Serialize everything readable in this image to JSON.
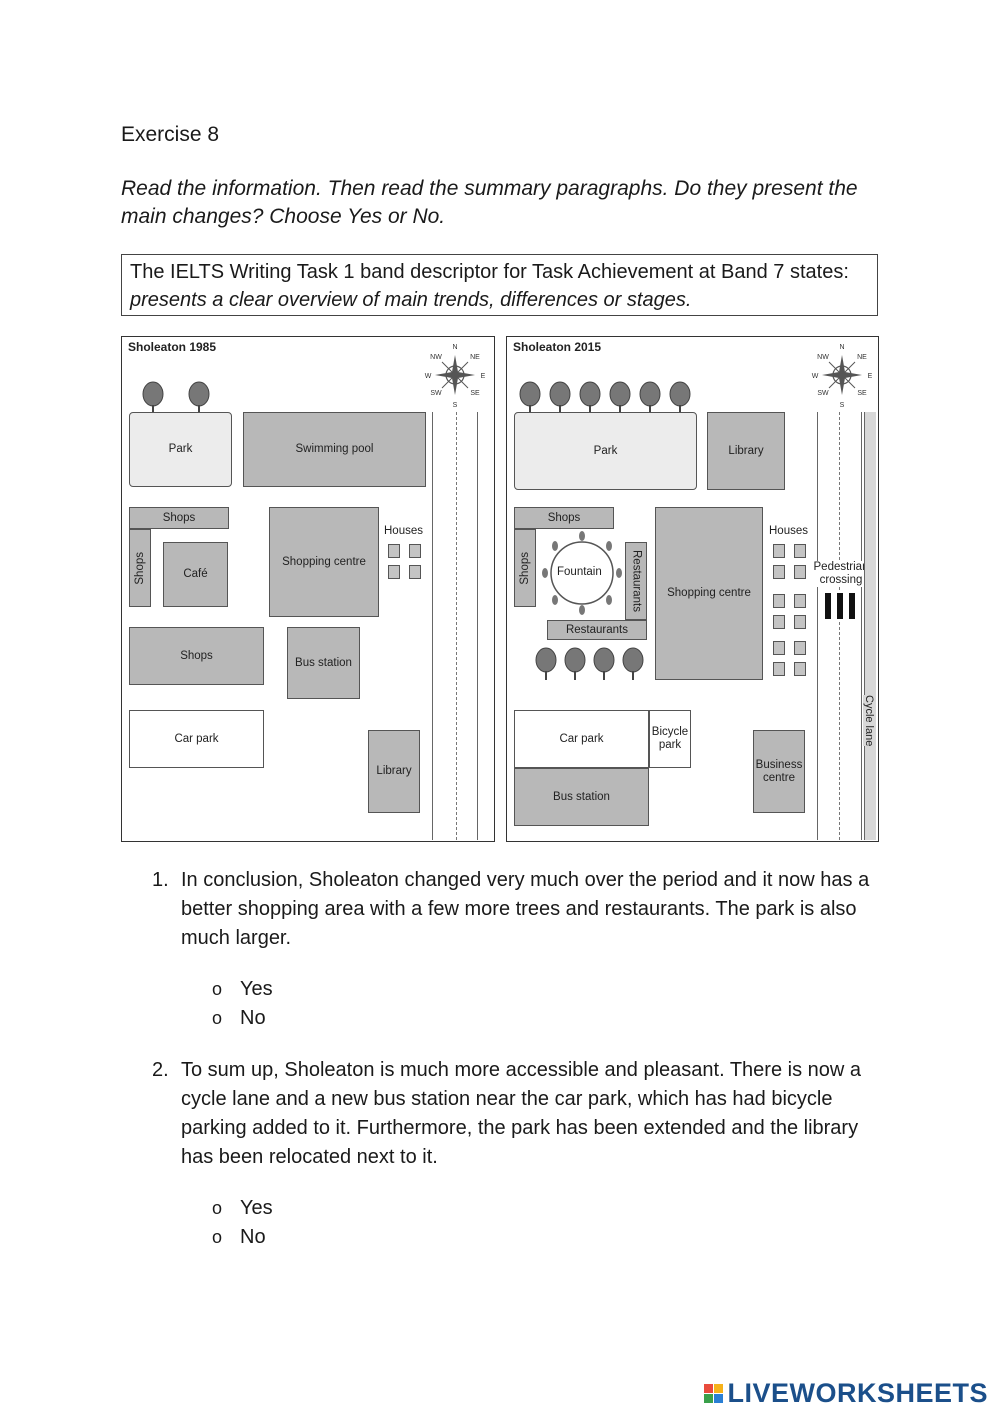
{
  "exercise_title": "Exercise 8",
  "instructions": "Read the information. Then read the summary paragraphs. Do they present the main changes? Choose Yes or No.",
  "descriptor": {
    "text_plain": "The IELTS Writing Task 1 band descriptor for Task Achievement at Band 7 states: ",
    "text_italic": "presents a clear overview of main trends, differences or stages."
  },
  "maps": {
    "map1985": {
      "title": "Sholeaton 1985",
      "compass": {
        "n": "N",
        "ne": "NE",
        "e": "E",
        "se": "SE",
        "s": "S",
        "sw": "SW",
        "w": "W",
        "nw": "NW"
      },
      "park": "Park",
      "swimming_pool": "Swimming pool",
      "shops_top": "Shops",
      "shops_side": "Shops",
      "cafe": "Café",
      "shopping_centre": "Shopping centre",
      "houses": "Houses",
      "shops_lower": "Shops",
      "bus_station": "Bus station",
      "car_park": "Car park",
      "library": "Library"
    },
    "map2015": {
      "title": "Sholeaton 2015",
      "compass": {
        "n": "N",
        "ne": "NE",
        "e": "E",
        "se": "SE",
        "s": "S",
        "sw": "SW",
        "w": "W",
        "nw": "NW"
      },
      "park": "Park",
      "library": "Library",
      "shops_top": "Shops",
      "shops_side": "Shops",
      "fountain": "Fountain",
      "restaurants_side": "Restaurants",
      "restaurants_bottom": "Restaurants",
      "shopping_centre": "Shopping centre",
      "houses": "Houses",
      "pedestrian_crossing_1": "Pedestrian",
      "pedestrian_crossing_2": "crossing",
      "cycle_lane": "Cycle lane",
      "car_park": "Car park",
      "bicycle_park_1": "Bicycle",
      "bicycle_park_2": "park",
      "bus_station": "Bus station",
      "business_centre_1": "Business",
      "business_centre_2": "centre"
    }
  },
  "questions": [
    {
      "number": "1.",
      "text": "In conclusion, Sholeaton changed very much over the period and it now has a better shopping area with a few more trees and restaurants. The park is also much larger.",
      "options": [
        "Yes",
        "No"
      ]
    },
    {
      "number": "2.",
      "text": "To sum up, Sholeaton is much more accessible and pleasant. There is now a cycle lane and a new bus station near the car park, which has had bicycle parking added to it. Furthermore, the park has been extended and the library has been relocated next to it.",
      "options": [
        "Yes",
        "No"
      ]
    }
  ],
  "option_bullet": "o",
  "footer": {
    "brand": "LIVEWORKSHEETS",
    "colors": [
      "#e94b3c",
      "#f6b21a",
      "#3aa04a",
      "#2a7fd4"
    ]
  }
}
